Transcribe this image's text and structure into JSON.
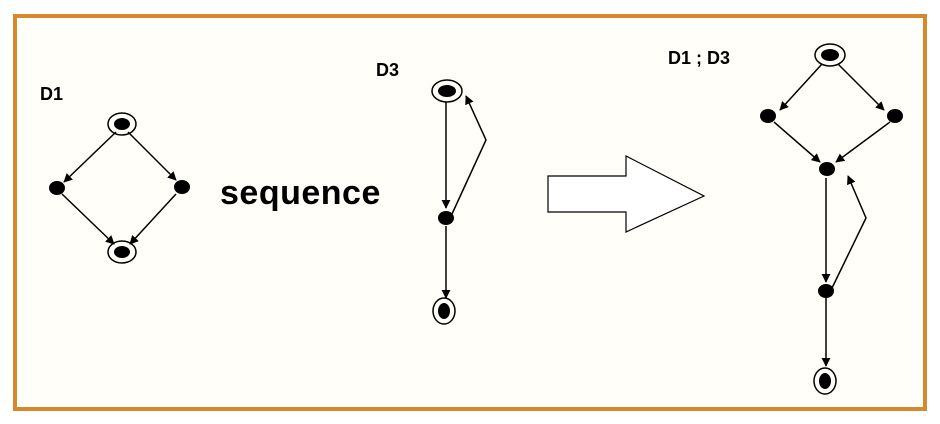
{
  "labels": {
    "d1": "D1",
    "d3": "D3",
    "result": "D1 ; D3",
    "operation": "sequence"
  },
  "colors": {
    "frame_border": "#d4892c",
    "background": "#fffef8",
    "ink": "#000000"
  },
  "icons": {
    "transform_arrow": "right-arrow-outline-icon"
  }
}
